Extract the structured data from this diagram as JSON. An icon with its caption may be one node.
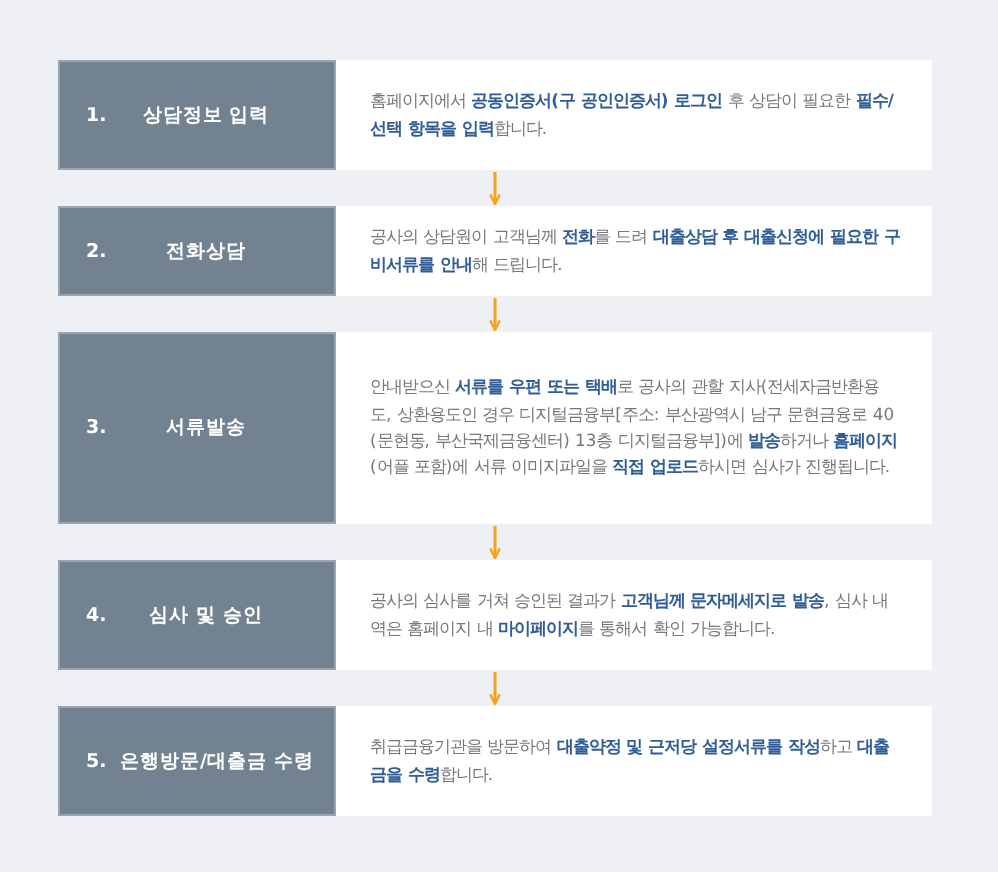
{
  "diagram": {
    "nodes": [
      {
        "text": [
          "홈페이지에서 **공동인증서(구 공인인증서) 로그인** 후 상담이 필요한 **필수/선택 항목을 입력**합니다."
        ]
      },
      {
        "text": [
          "1.",
          "상담정보 입력"
        ],
        "in": 0
      },
      {
        "text": [
          "공사의 상담원이 고객님께 **전화**를 드려 **대출상담 후 대출신청에 필요한 구비서류를 안내**해 드립니다."
        ]
      },
      {
        "text": [
          "2.",
          "전화상담"
        ],
        "in": 2
      },
      {
        "text": [
          "안내받으신 **서류를 우편 또는 택배**로 공사의 관할 지사(전세자금반환용도, 상환용도인 경우 디지털금융부[주소: 부산광역시 남구 문현금융로 40(문현동, 부산국제금융센터) 13층 디지털금융부])에 **발송**하거나 **홈페이지**(어플 포함)에 서류 이미지파일을 **직접 업로드**하시면 심사가 진행됩니다."
        ]
      },
      {
        "text": [
          "3.",
          "서류발송"
        ],
        "in": 4
      },
      {
        "text": [
          "공사의 심사를 거쳐 승인된 결과가 **고객님께 문자메세지로 발송**, 심사 내역은 홈페이지 내 **마이페이지**를 통해서 확인 가능합니다."
        ]
      },
      {
        "text": [
          "4.",
          "심사 및 승인"
        ],
        "in": 6
      },
      {
        "text": [
          "취급금융기관을 방문하여 **대출약정 및 근저당 설정서류를 작성**하고 **대출금을 수령**합니다."
        ]
      },
      {
        "text": [
          "5.",
          "은행방문/대출금 수령"
        ],
        "in": 8
      }
    ],
    "edges": [
      {
        "from": 0,
        "to": 2,
        "arrow": "to"
      },
      {
        "from": 2,
        "to": 4,
        "arrow": "to"
      },
      {
        "from": 4,
        "to": 6,
        "arrow": "to"
      },
      {
        "from": 6,
        "to": 8,
        "arrow": "to"
      }
    ]
  }
}
